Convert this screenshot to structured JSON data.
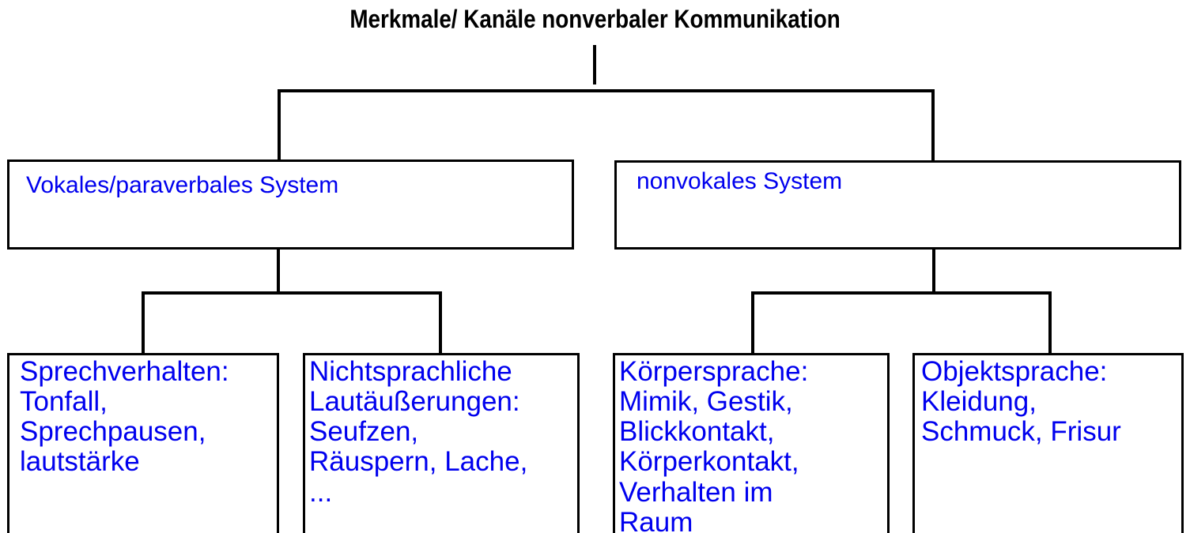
{
  "title": "Merkmale/ Kanäle nonverbaler Kommunikation",
  "colors": {
    "node_text": "#0000EE",
    "line": "#000000",
    "background": "#FFFFFF"
  },
  "tree": {
    "parents": [
      {
        "label": "Vokales/paraverbales System"
      },
      {
        "label": "nonvokales System"
      }
    ],
    "children": [
      {
        "label": "Sprechverhalten:\nTonfall,\nSprechpausen,\nlautstärke"
      },
      {
        "label": "Nichtsprachliche\nLautäußerungen:\nSeufzen,\nRäuspern, Lache,\n..."
      },
      {
        "label": "Körpersprache:\nMimik, Gestik,\nBlickkontakt,\nKörperkontakt,\nVerhalten im\nRaum"
      },
      {
        "label": "Objektsprache:\n Kleidung,\nSchmuck, Frisur"
      }
    ]
  }
}
